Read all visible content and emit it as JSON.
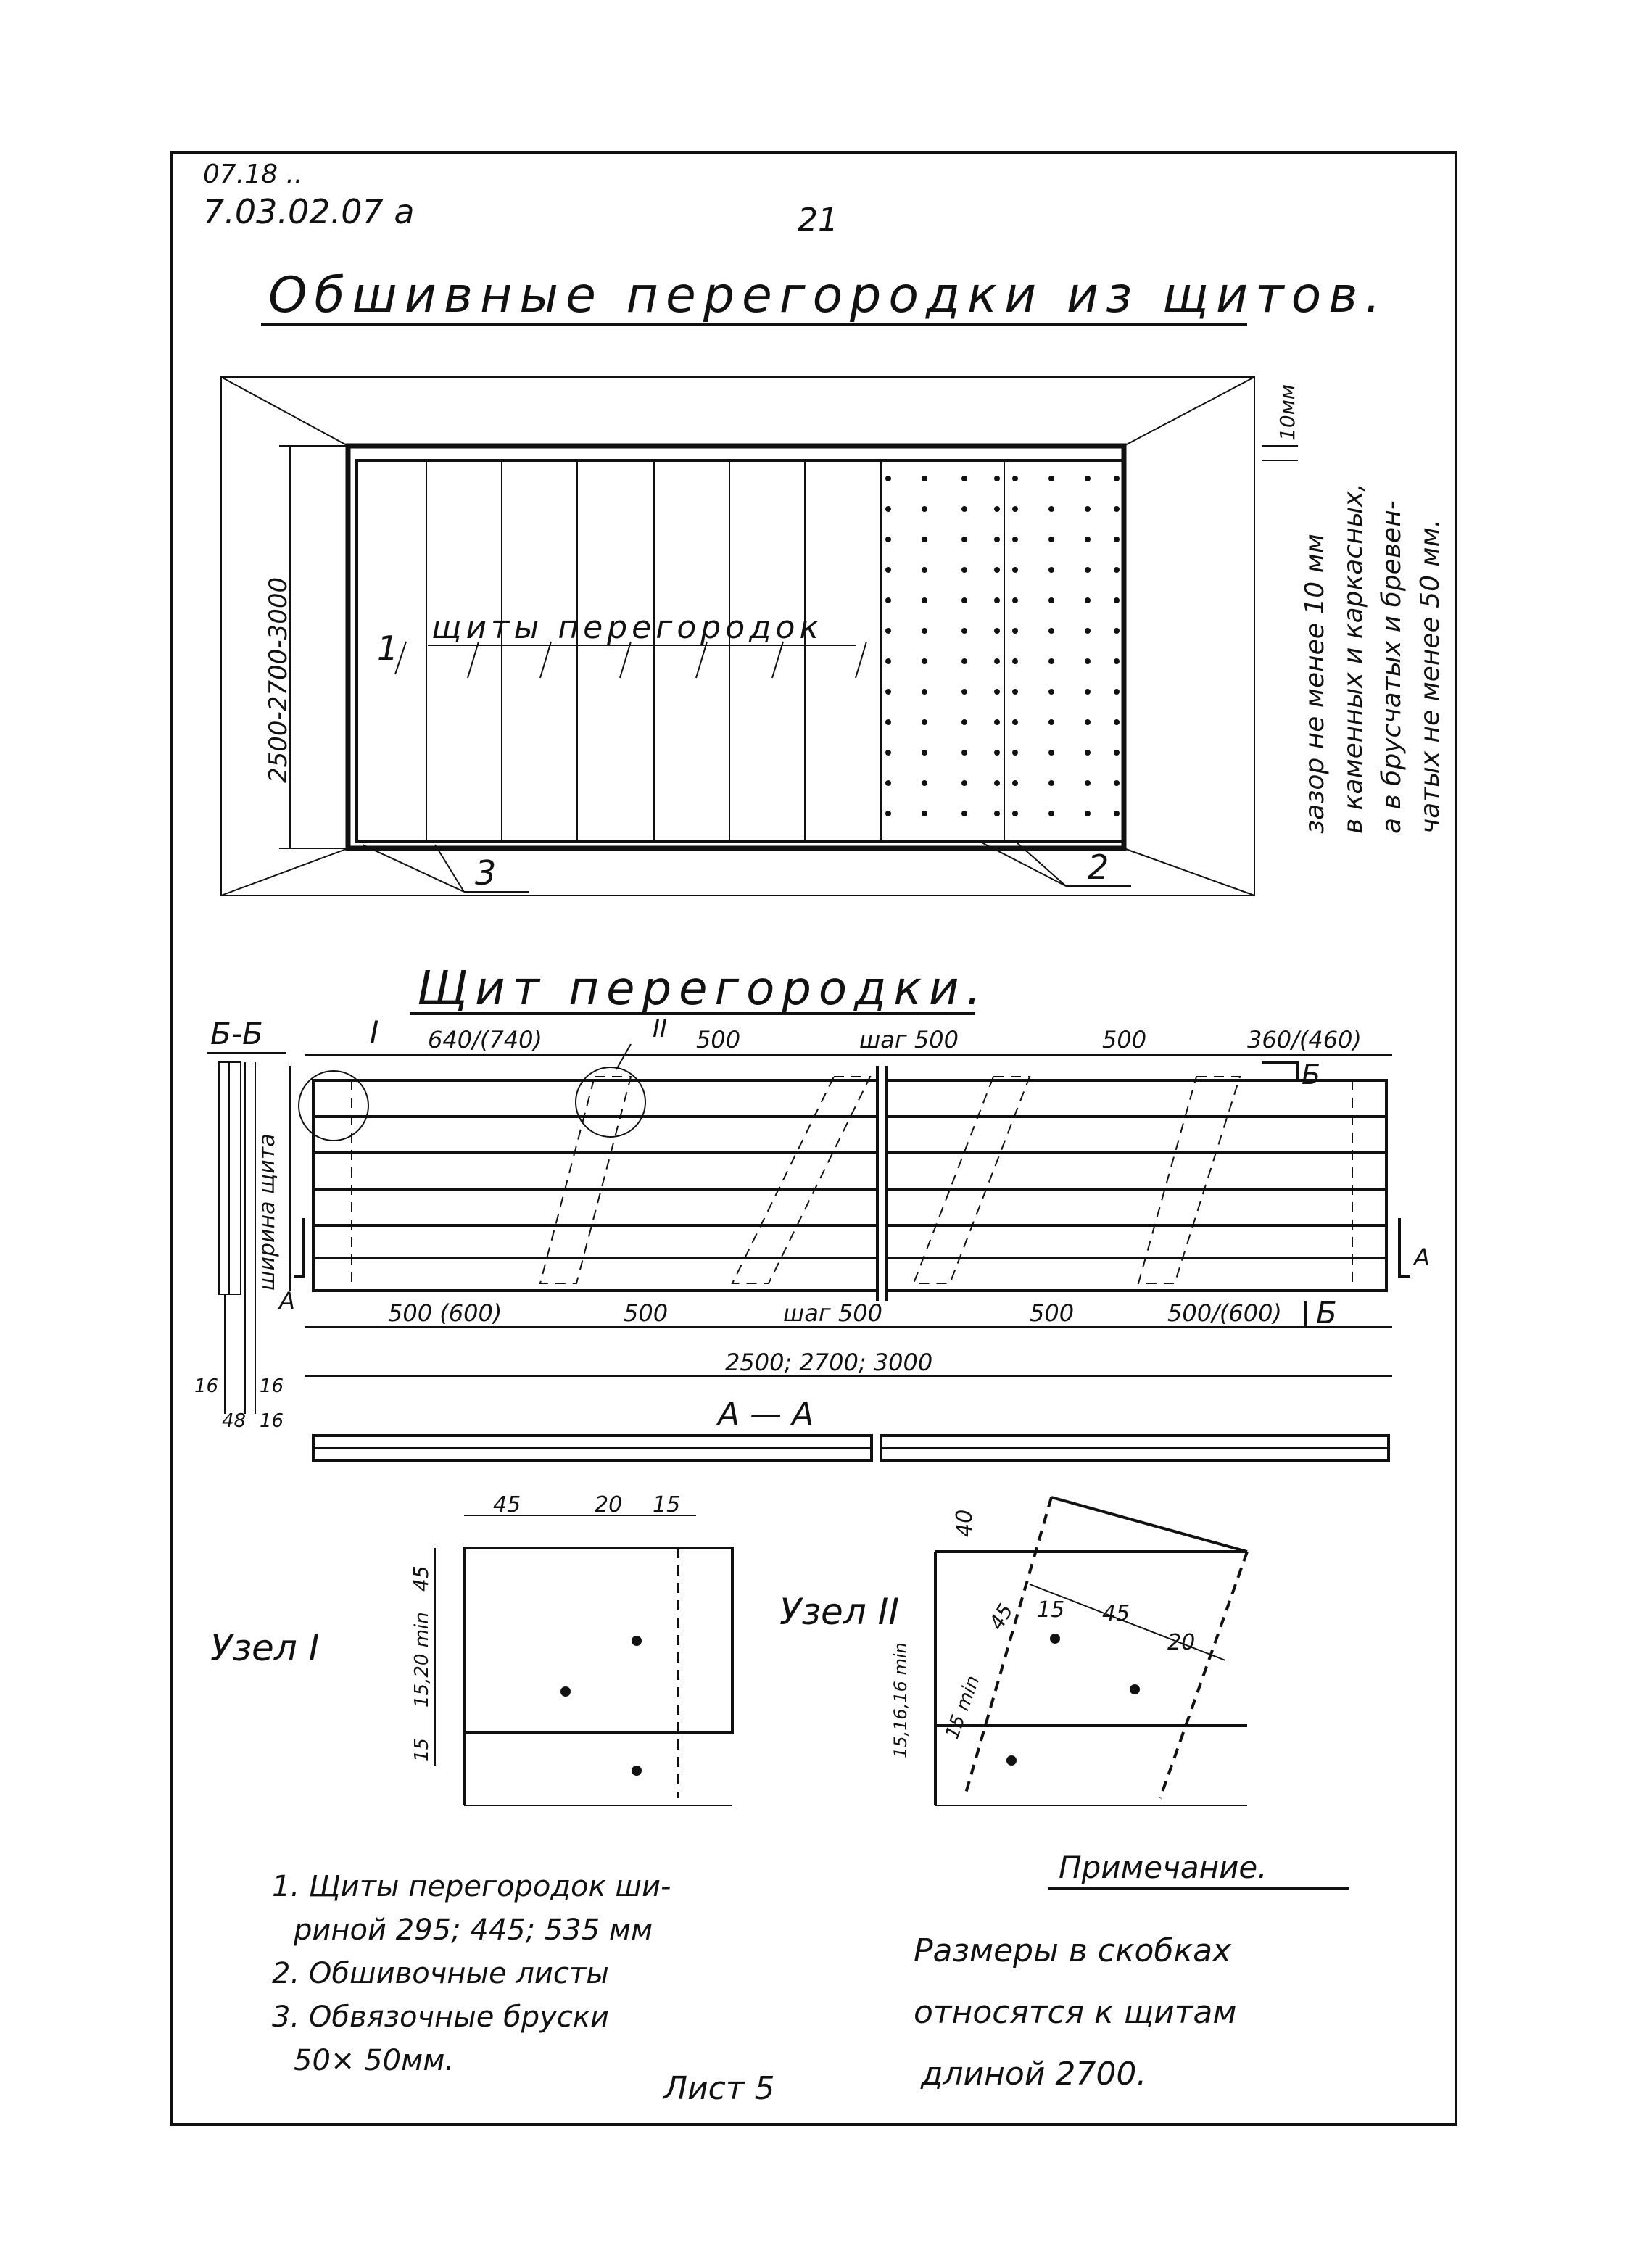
{
  "header": {
    "code_top": "07.18 ..",
    "code_main": "7.03.02.07 а",
    "page_number": "21"
  },
  "title": "Обшивные перегородки из щитов.",
  "elevation": {
    "panels_label": "щиты перегородок",
    "num_1": "1",
    "num_2": "2",
    "num_3": "3",
    "height_dim": "2500-2700-3000",
    "gap_small": "10мм",
    "gap_note": [
      "зазор не менее 10 мм",
      "в каменных и каркасных,",
      "а в брусчатых и бревен-",
      "чатых не менее 50 мм."
    ]
  },
  "panel": {
    "title": "Щит перегородки.",
    "section_bb": "Б-Б",
    "node1_ref": "I",
    "node2_ref": "II",
    "top_dims": [
      "640/(740)",
      "500",
      "шаг 500",
      "500",
      "360/(460)"
    ],
    "bottom_dims": [
      "500 (600)",
      "500",
      "шаг 500",
      "500",
      "500/(600)"
    ],
    "total_dim": "2500; 2700; 3000",
    "width_label": "ширина щита",
    "mark_b": "Б",
    "mark_a": "A",
    "small_dims": [
      "16",
      "16",
      "16",
      "48"
    ],
    "section_aa": "А — А"
  },
  "node1": {
    "label": "Узел I",
    "top_dims": [
      "45",
      "20",
      "15"
    ],
    "side_dims": [
      "45",
      "15,20 min",
      "15"
    ]
  },
  "node2": {
    "label": "Узел II",
    "dims": [
      "40",
      "45",
      "15",
      "45",
      "20",
      "15 min",
      "15,16,16 min"
    ]
  },
  "notes": {
    "items": [
      "1. Щиты перегородок ши-",
      "риной 295; 445; 535 мм",
      "2. Обшивочные листы",
      "3. Обвязочные бруски",
      "50× 50мм."
    ]
  },
  "remark": {
    "title": "Примечание.",
    "lines": [
      "Размеры в скобках",
      "относятся к щитам",
      "длиной 2700."
    ]
  },
  "sheet": "Лист 5"
}
